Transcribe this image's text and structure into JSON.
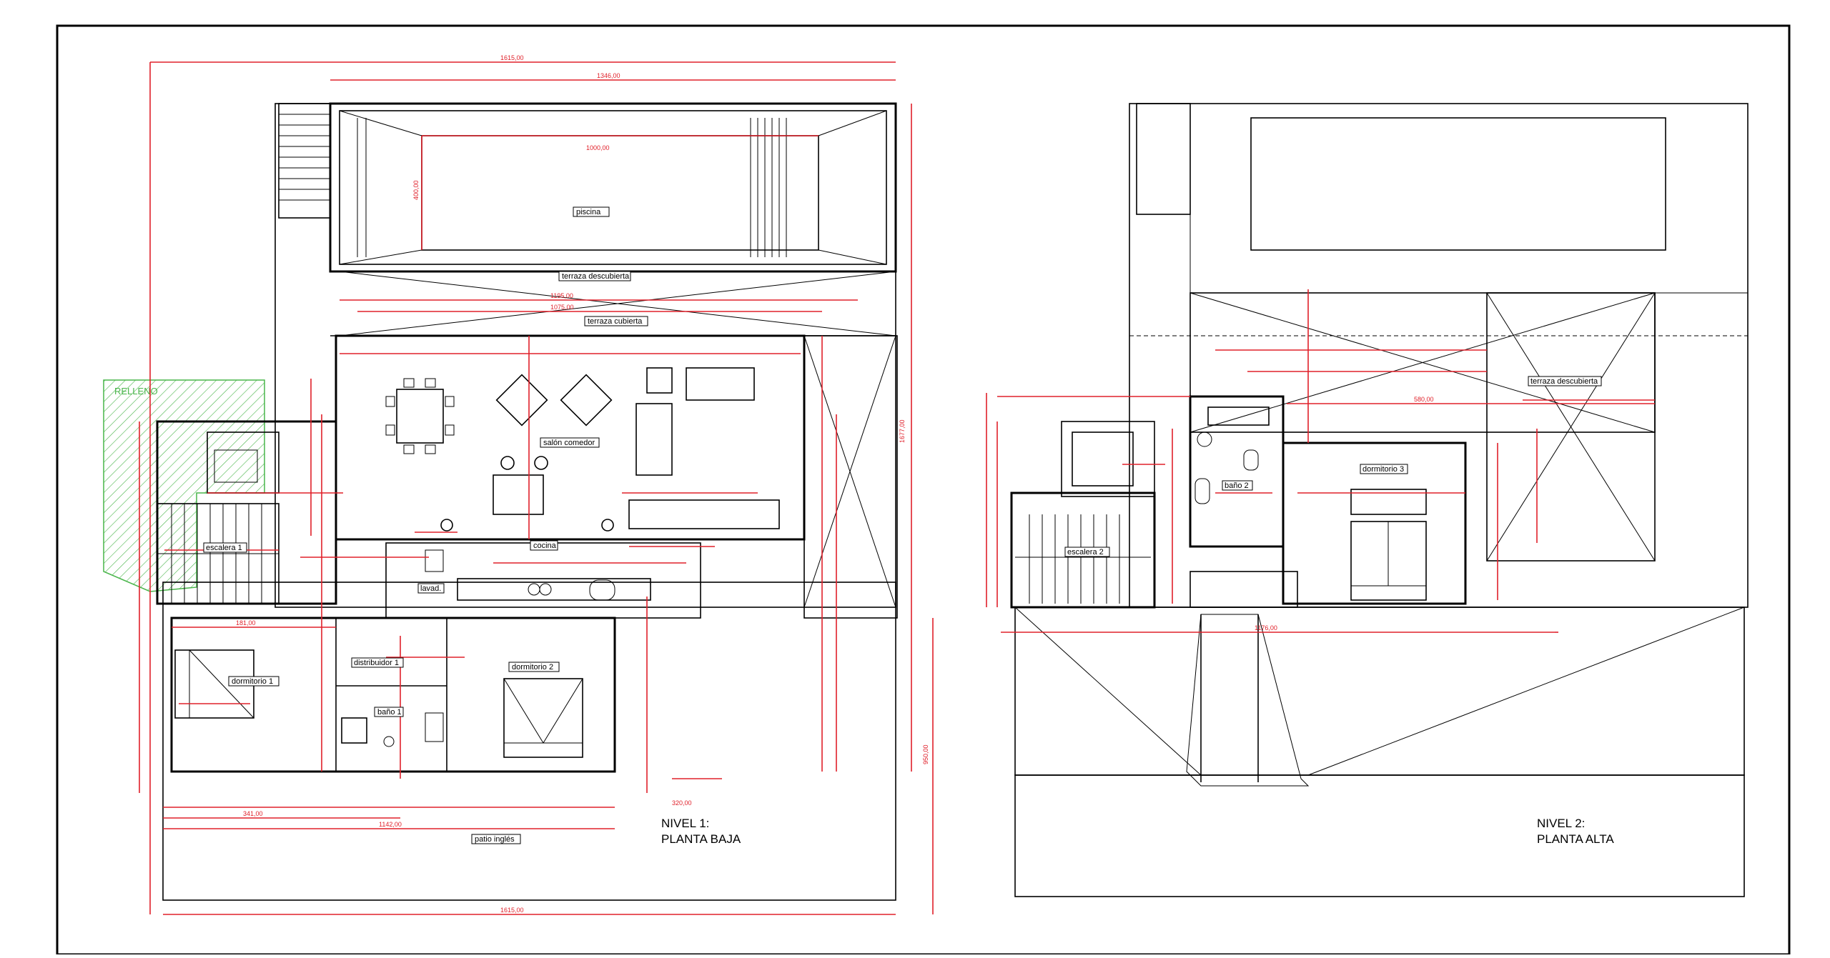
{
  "drawing": {
    "level1": {
      "line1": "NIVEL 1:",
      "line2": "PLANTA BAJA"
    },
    "level2": {
      "line1": "NIVEL 2:",
      "line2": "PLANTA ALTA"
    },
    "rooms": {
      "piscina": "piscina",
      "terraza_descubierta": "terraza descubierta",
      "terraza_cubierta": "terraza cubierta",
      "salon_comedor": "salón comedor",
      "cocina": "cocina",
      "escalera_1": "escalera 1",
      "dormitorio_1": "dormitorio 1",
      "distribuidor_1": "distribuidor 1",
      "bano_1": "baño 1",
      "dormitorio_2": "dormitorio 2",
      "patio_ingles": "patio inglés",
      "relleno": "RELLENO",
      "lavadero": "lavad.",
      "terraza_descubierta_2": "terraza descubierta",
      "dormitorio_3": "dormitorio 3",
      "bano_2": "baño 2",
      "escalera_2": "escalera 2"
    },
    "dims": {
      "total_width_1": "1615,00",
      "inner_width_1": "1346,00",
      "width_bottom_1": "1615,00",
      "width_1142": "1142,00",
      "width_1176": "1176,00",
      "height_1677": "1677,00",
      "height_950": "950,00",
      "pool_length": "1000,00",
      "pool_width": "400,00",
      "d_1195": "1195,00",
      "d_1075": "1075,00",
      "d_320": "320,00",
      "d_341": "341,00",
      "d_181": "181,00",
      "d_1176": "1176,00",
      "d_580": "580,00"
    }
  }
}
